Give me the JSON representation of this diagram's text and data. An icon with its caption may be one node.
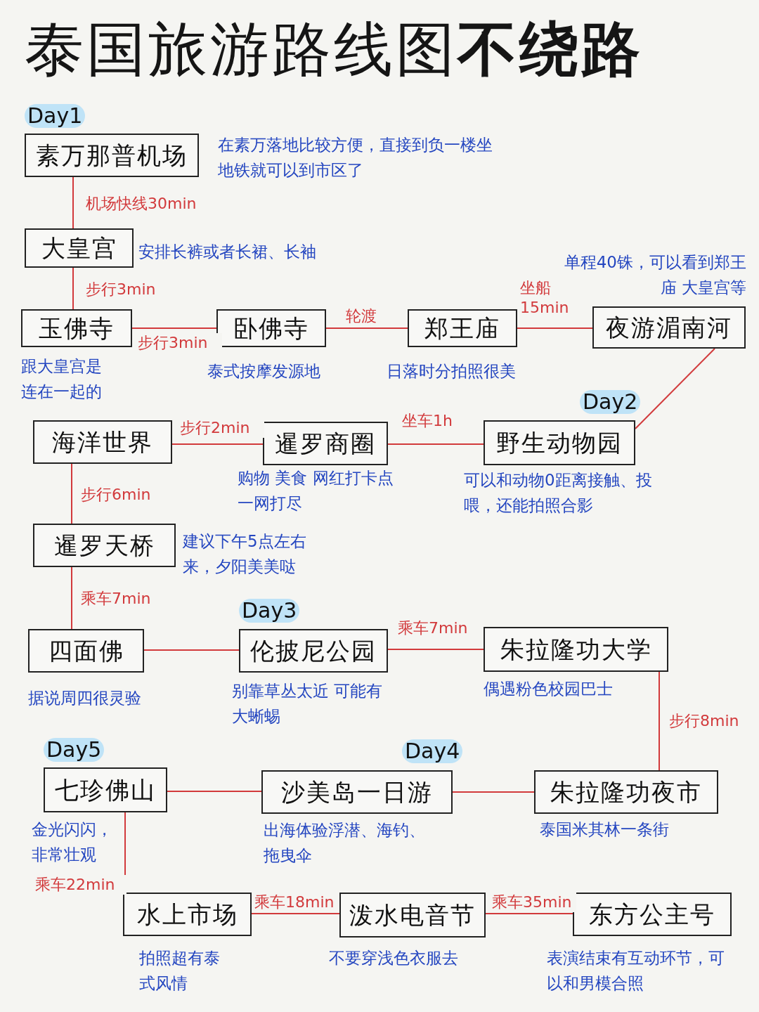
{
  "diagram": {
    "title": "泰国旅游路线图**不绕路**",
    "nodes": [
      {
        "text": [
          "素万那普机场"
        ],
        "beside": [
          "在素万落地比较方便，直接到负一楼坐地铁就可以到市区了"
        ]
      },
      {
        "text": [
          "大皇宫"
        ],
        "beside": [
          "安排长裤或者长裙、长袖"
        ]
      },
      {
        "text": [
          "玉佛寺"
        ],
        "beside": [
          "跟大皇宫是连在一起的"
        ]
      },
      {
        "text": [
          "卧佛寺"
        ],
        "beside": [
          "泰式按摩发源地"
        ]
      },
      {
        "text": [
          "郑王庙"
        ],
        "beside": [
          "日落时分拍照很美"
        ]
      },
      {
        "text": [
          "夜游湄南河"
        ],
        "beside": [
          "单程40铢，可以看到郑王庙 大皇宫等"
        ]
      },
      {
        "text": [
          "野生动物园"
        ],
        "beside": [
          "可以和动物0距离接触、投喂，还能拍照合影"
        ]
      },
      {
        "text": [
          "暹罗商圈"
        ],
        "beside": [
          "购物 美食 网红打卡点一网打尽"
        ]
      },
      {
        "text": [
          "海洋世界"
        ]
      },
      {
        "text": [
          "暹罗天桥"
        ],
        "beside": [
          "建议下午5点左右来，夕阳美美哒"
        ]
      },
      {
        "text": [
          "四面佛"
        ],
        "beside": [
          "据说周四很灵验"
        ]
      },
      {
        "text": [
          "伦披尼公园"
        ],
        "beside": [
          "别靠草丛太近 可能有大蜥蜴"
        ]
      },
      {
        "text": [
          "朱拉隆功大学"
        ],
        "beside": [
          "偶遇粉色校园巴士"
        ]
      },
      {
        "text": [
          "朱拉隆功夜市"
        ],
        "beside": [
          "泰国米其林一条街"
        ]
      },
      {
        "text": [
          "沙美岛一日游"
        ],
        "beside": [
          "出海体验浮潜、海钓、拖曳伞"
        ]
      },
      {
        "text": [
          "七珍佛山"
        ],
        "beside": [
          "金光闪闪，非常壮观"
        ]
      },
      {
        "text": [
          "水上市场"
        ],
        "beside": [
          "拍照超有泰式风情"
        ]
      },
      {
        "text": [
          "泼水电音节"
        ],
        "beside": [
          "不要穿浅色衣服去"
        ]
      },
      {
        "text": [
          "东方公主号"
        ],
        "beside": [
          "表演结束有互动环节，可以和男模合照"
        ]
      }
    ],
    "edges": [
      {
        "from": 0,
        "to": 1,
        "arrow": "none",
        "label": "机场快线30min"
      },
      {
        "from": 1,
        "to": 2,
        "arrow": "none",
        "label": "步行3min"
      },
      {
        "from": 2,
        "to": 3,
        "arrow": "none",
        "label": "步行3min"
      },
      {
        "from": 3,
        "to": 4,
        "arrow": "none",
        "label": "轮渡"
      },
      {
        "from": 4,
        "to": 5,
        "arrow": "none",
        "label": "坐船 15min"
      },
      {
        "from": 5,
        "to": 6,
        "arrow": "none"
      },
      {
        "from": 6,
        "to": 7,
        "arrow": "none",
        "label": "坐车1h"
      },
      {
        "from": 7,
        "to": 8,
        "arrow": "none",
        "label": "步行2min"
      },
      {
        "from": 8,
        "to": 9,
        "arrow": "none",
        "label": "步行6min"
      },
      {
        "from": 9,
        "to": 10,
        "arrow": "none",
        "label": "乘车7min"
      },
      {
        "from": 10,
        "to": 11,
        "arrow": "none"
      },
      {
        "from": 11,
        "to": 12,
        "arrow": "none",
        "label": "乘车7min"
      },
      {
        "from": 12,
        "to": 13,
        "arrow": "none",
        "label": "步行8min"
      },
      {
        "from": 13,
        "to": 14,
        "arrow": "none"
      },
      {
        "from": 14,
        "to": 15,
        "arrow": "none"
      },
      {
        "from": 15,
        "to": 16,
        "arrow": "none",
        "label": "乘车22min"
      },
      {
        "from": 16,
        "to": 17,
        "arrow": "none",
        "label": "乘车18min"
      },
      {
        "from": 17,
        "to": 18,
        "arrow": "none",
        "label": "乘车35min"
      }
    ],
    "labels": [
      "Day1",
      "Day2",
      "Day3",
      "Day4",
      "Day5"
    ]
  }
}
